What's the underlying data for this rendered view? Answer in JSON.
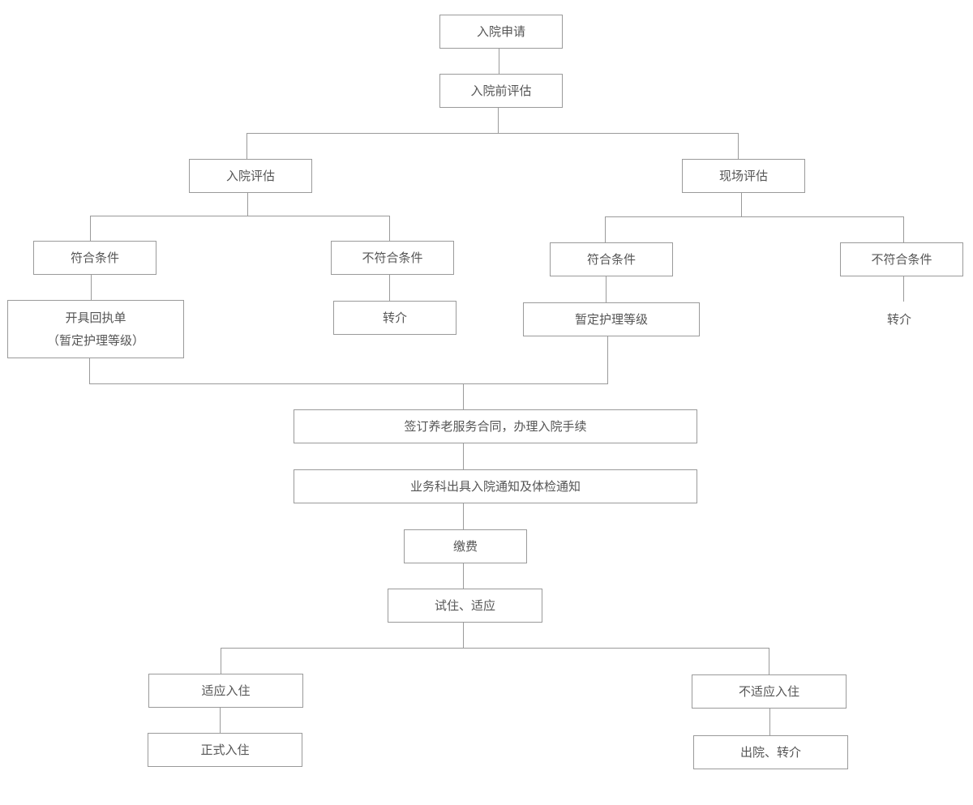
{
  "nodes": {
    "apply": "入院申请",
    "pre_assessment": "入院前评估",
    "admission_assessment": "入院评估",
    "onsite_assessment": "现场评估",
    "left_eligible": "符合条件",
    "left_ineligible": "不符合条件",
    "right_eligible": "符合条件",
    "right_ineligible": "不符合条件",
    "receipt_line1": "开具回执单",
    "receipt_line2": "（暂定护理等级）",
    "left_transfer": "转介",
    "tentative_level": "暂定护理等级",
    "right_transfer": "转介",
    "sign_contract": "签订养老服务合同，办理入院手续",
    "notice": "业务科出具入院通知及体检通知",
    "payment": "缴费",
    "trial": "试住、适应",
    "adapt": "适应入住",
    "not_adapt": "不适应入住",
    "formal": "正式入住",
    "discharge": "出院、转介"
  }
}
